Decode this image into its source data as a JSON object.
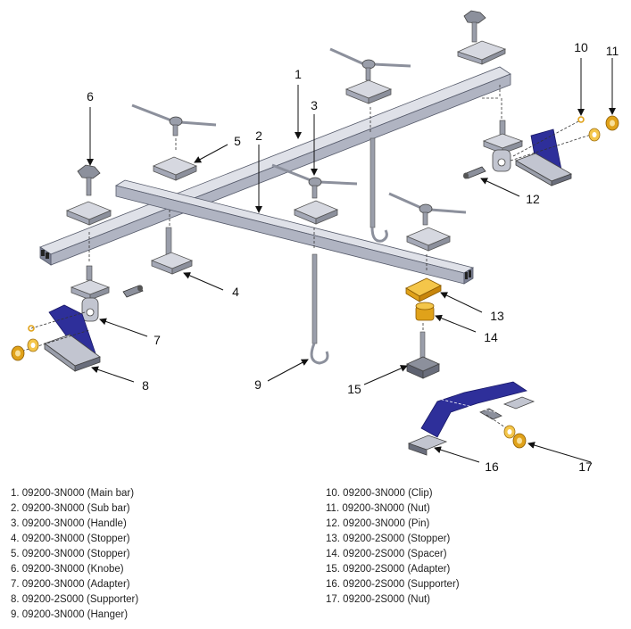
{
  "callouts": [
    "1",
    "2",
    "3",
    "4",
    "5",
    "6",
    "7",
    "8",
    "9",
    "10",
    "11",
    "12",
    "13",
    "14",
    "15",
    "16",
    "17"
  ],
  "parts_left": [
    "1. 09200-3N000 (Main bar)",
    "2. 09200-3N000 (Sub bar)",
    "3. 09200-3N000 (Handle)",
    "4. 09200-3N000 (Stopper)",
    "5. 09200-3N000 (Stopper)",
    "6. 09200-3N000 (Knobe)",
    "7. 09200-3N000 (Adapter)",
    "8. 09200-2S000 (Supporter)",
    "9. 09200-3N000 (Hanger)"
  ],
  "parts_right": [
    "10. 09200-3N000 (Clip)",
    "11. 09200-3N000 (Nut)",
    "12. 09200-3N000 (Pin)",
    "13. 09200-2S000 (Stopper)",
    "14. 09200-2S000 (Spacer)",
    "15. 09200-2S000 (Adapter)",
    "16. 09200-2S000 (Supporter)",
    "17. 09200-2S000 (Nut)"
  ],
  "colors": {
    "bar": "#b8bcc8",
    "bar_dark": "#7e8396",
    "bar_light": "#dfe1e8",
    "supporter_blue": "#2e2f9a",
    "brass": "#e0a21a",
    "brass_light": "#f4c64a",
    "rod": "#8c909c",
    "line": "#111111"
  }
}
